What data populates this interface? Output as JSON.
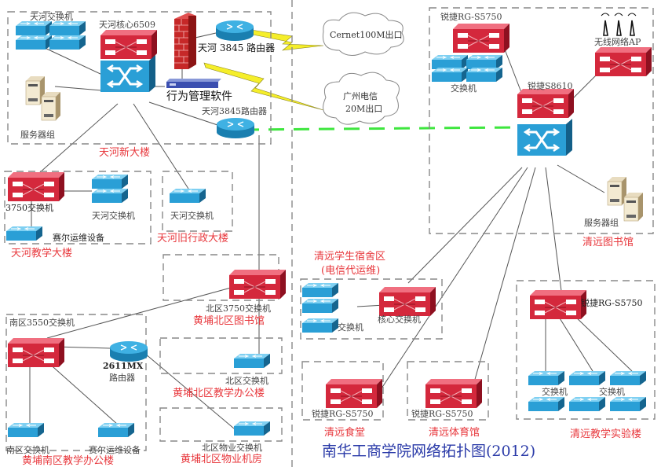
{
  "title": "南华工商学院网络拓扑图(2012)",
  "colors": {
    "core_red": "#d4283c",
    "switch_blue": "#2a9fd6",
    "area_label": "#e8383d",
    "title": "#2a3aa8",
    "wan_link": "#f5ee2a",
    "fiber_link": "#3ee63e",
    "border_dash": "#888888"
  },
  "wan": {
    "cernet_cloud": "Cernet100M出口",
    "telecom_cloud_line1": "广州电信",
    "telecom_cloud_line2": "20M出口"
  },
  "tianhe_new": {
    "area": "天河新大楼",
    "switches": "天河交换机",
    "core": "天河核心6509",
    "router_top": "天河 3845 路由器",
    "behavior_mgmt": "行为管理软件",
    "router_bottom": "天河3845路由器",
    "servers": "服务器组"
  },
  "tianhe_teaching": {
    "area": "天河教学大楼",
    "core": "3750交换机",
    "switch": "天河交换机",
    "ops": "赛尔运维设备"
  },
  "tianhe_old_admin": {
    "area": "天河旧行政大楼",
    "switch": "天河交换机"
  },
  "huangpu_north_library": {
    "area": "黄埔北区图书馆",
    "core": "北区3750交换机"
  },
  "huangpu_north_teaching": {
    "area": "黄埔北区教学办公楼",
    "switch": "北区交换机"
  },
  "huangpu_north_property": {
    "area": "黄埔北区物业机房",
    "switch": "北区物业交换机"
  },
  "huangpu_south": {
    "area": "黄埔南区教学办公楼",
    "core": "南区3550交换机",
    "router_line1": "2611MX",
    "router_line2": "路由器",
    "switch": "南区交换机",
    "ops": "赛尔运维设备"
  },
  "qingyuan_library": {
    "area": "清远图书馆",
    "dist": "锐捷RG-S5750",
    "switches": "交换机",
    "ap": "无线网络AP",
    "core": "锐捷S8610",
    "servers": "服务器组"
  },
  "qingyuan_dorm": {
    "area_line1": "清远学生宿舍区",
    "area_line2": "(电信代运维)",
    "core": "核心交换机",
    "switches": "交换机"
  },
  "qingyuan_canteen": {
    "area": "清远食堂",
    "device": "锐捷RG-S5750"
  },
  "qingyuan_gym": {
    "area": "清远体育馆",
    "device": "锐捷RG-S5750"
  },
  "qingyuan_lab": {
    "area": "清远教学实验楼",
    "device": "锐捷RG-S5750",
    "switches_a": "交换机",
    "switches_b": "交换机"
  }
}
